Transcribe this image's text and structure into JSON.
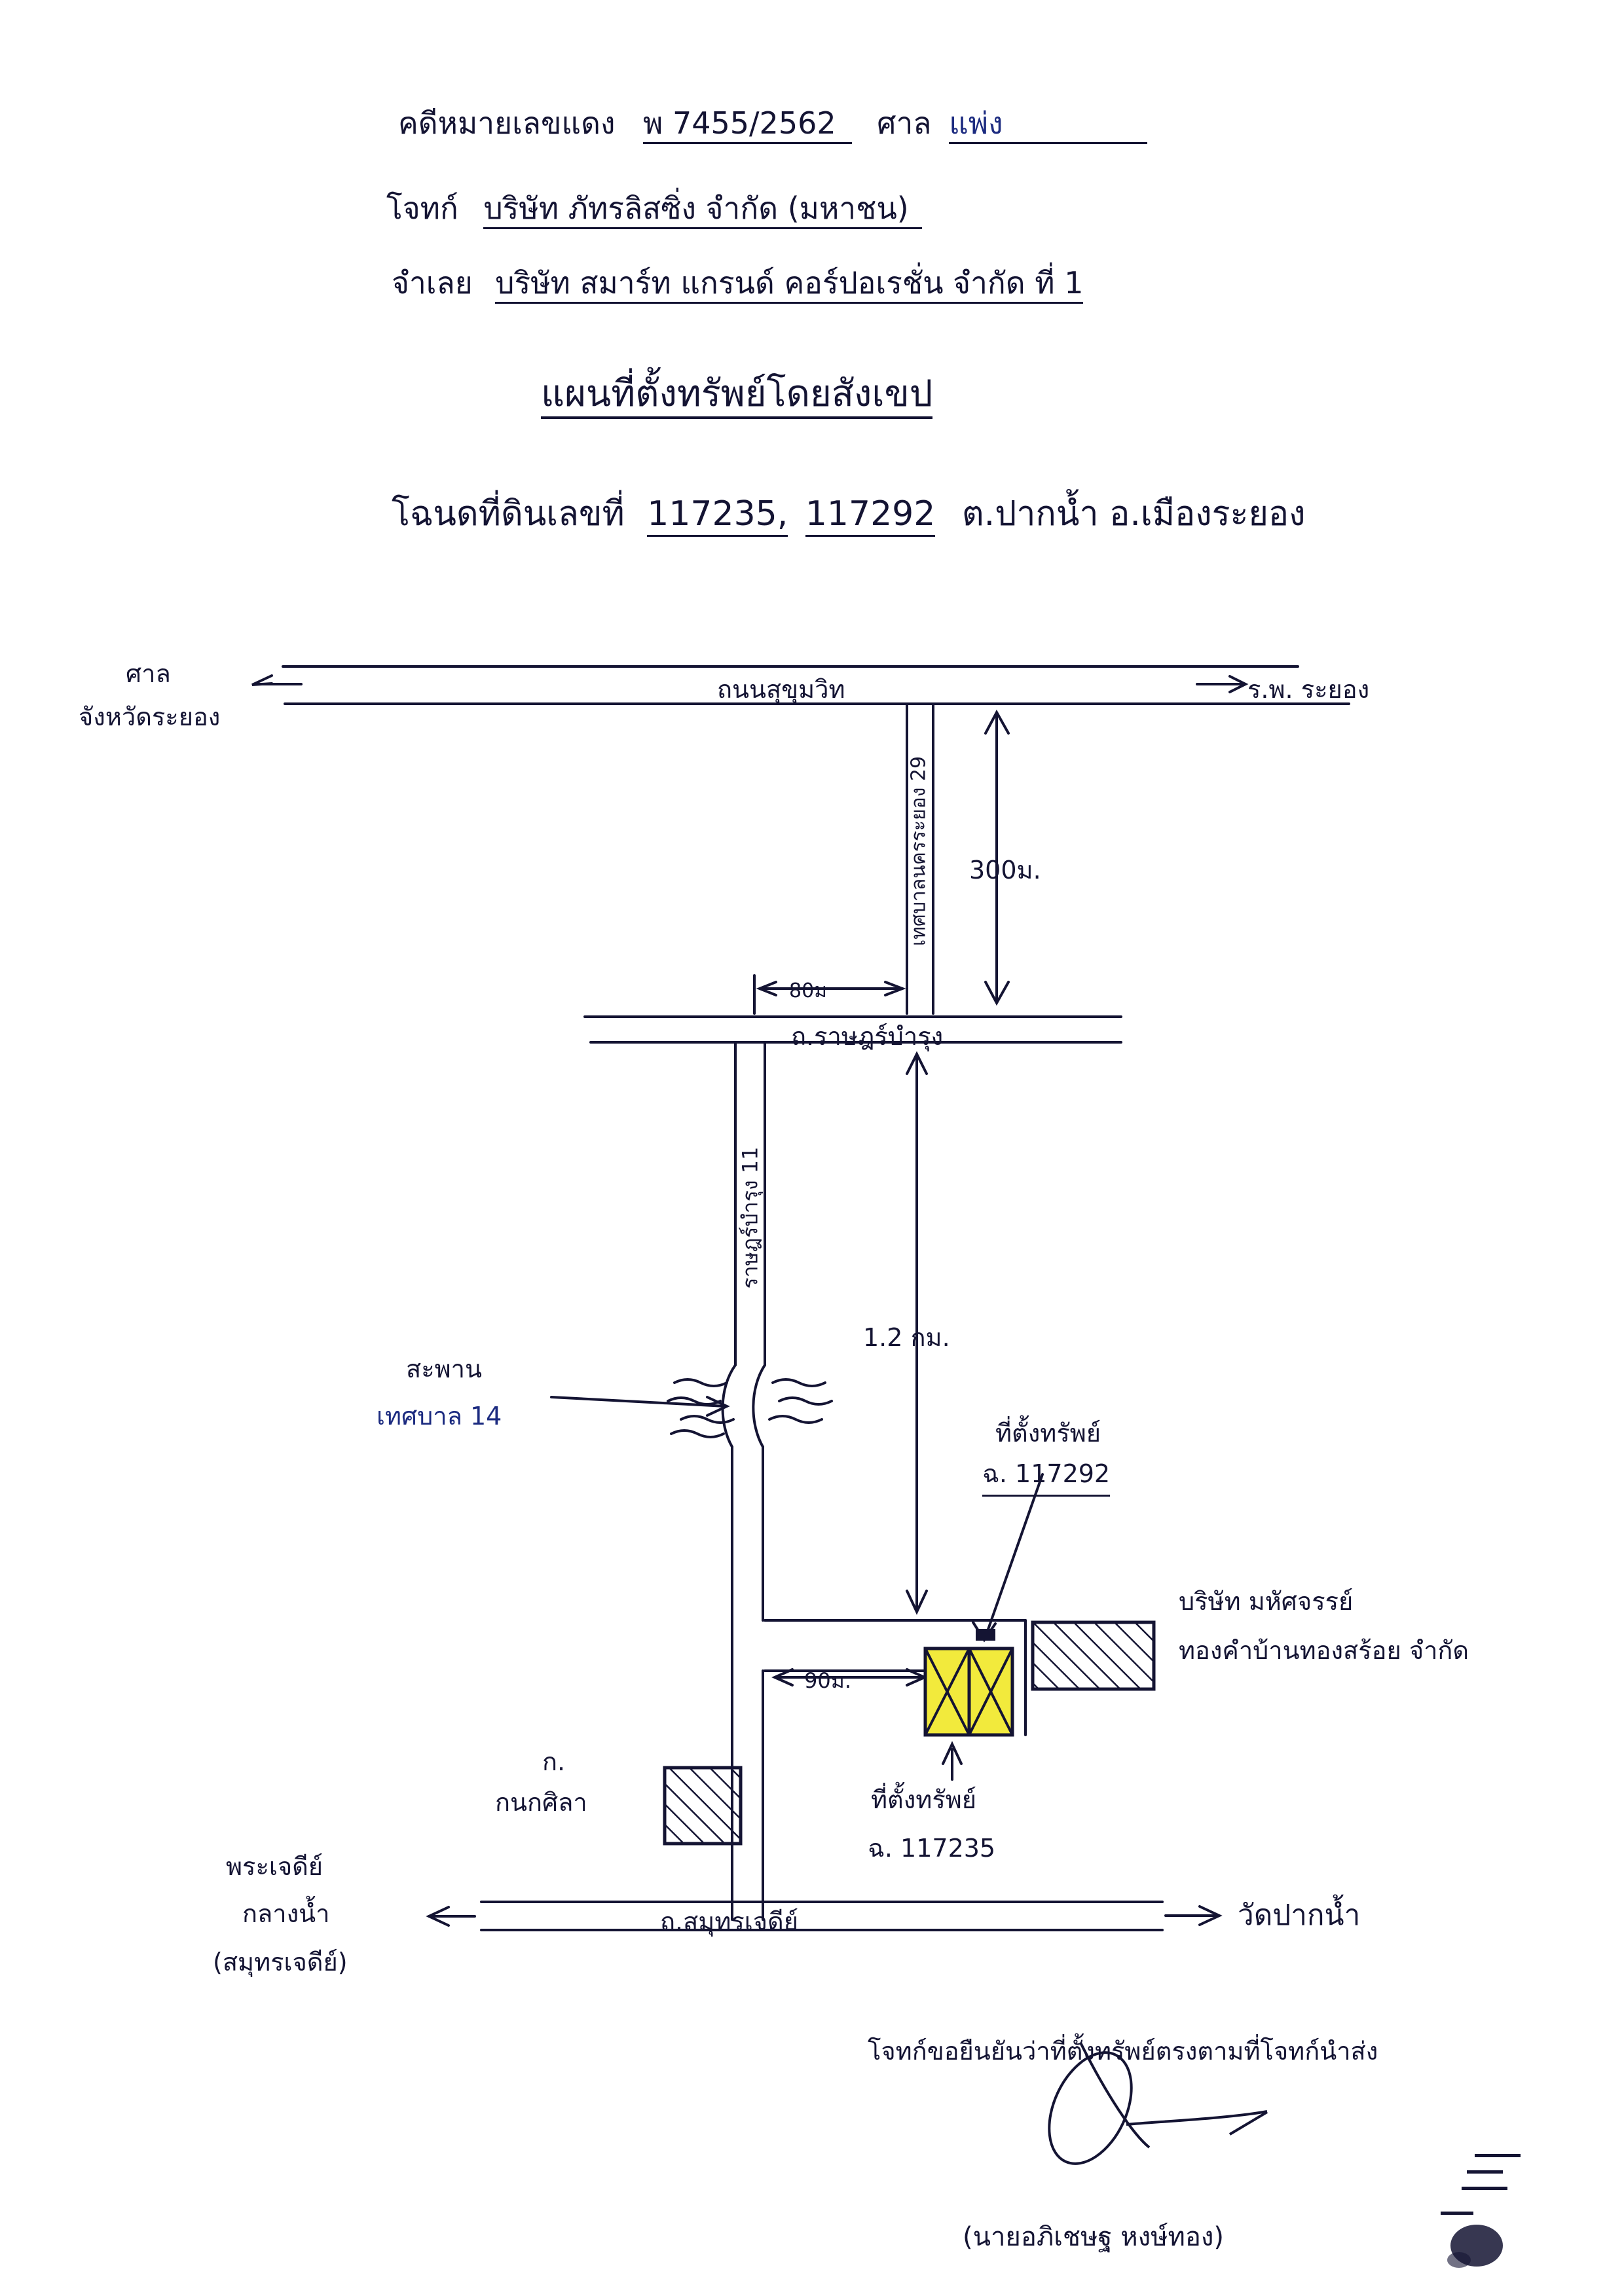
{
  "header": {
    "case_label": "คดีหมายเลขแดง",
    "case_number": "พ 7455/2562",
    "court_label": "ศาล",
    "court_name": "แพ่ง",
    "plaintiff_label": "โจทก์",
    "plaintiff_name": "บริษัท ภัทรลิสซิ่ง จำกัด (มหาชน)",
    "defendant_label": "จำเลย",
    "defendant_name": "บริษัท สมาร์ท แกรนด์ คอร์ปอเรชั่น จำกัด ที่ 1",
    "map_title": "แผนที่ตั้งทรัพย์โดยสังเขป",
    "deed_label": "โฉนดที่ดินเลขที่",
    "deed_number_1": "117235,",
    "deed_number_2": "117292",
    "deed_location": "ต.ปากน้ำ อ.เมืองระยอง"
  },
  "map": {
    "court_label_line1": "ศาล",
    "court_label_line2": "จังหวัดระยอง",
    "road_sukhumvit": "ถนนสุขุมวิท",
    "hospital_label": "ร.พ. ระยอง",
    "soi_label": "เทศบาลนครระยอง 29",
    "distance_300m": "300ม.",
    "distance_80m": "80ม",
    "road_ratchadamnoen": "ถ.ราษฎร์บำรุง",
    "road_vertical_label": "ราษฎร์บำรุง 11",
    "distance_1_2km": "1.2 กม.",
    "bridge_label_line1": "สะพาน",
    "bridge_label_line2": "เทศบาล 14",
    "property1_label_line1": "ที่ตั้งทรัพย์",
    "property1_label_line2": "ฉ. 117292",
    "company_label_line1": "บริษัท มหัศจรรย์",
    "company_label_line2": "ทองคำบ้านทองสร้อย จำกัด",
    "distance_90m": "90ม.",
    "property2_label_line1": "ที่ตั้งทรัพย์",
    "property2_label_line2": "ฉ. 117235",
    "stone_label_line1": "ก.",
    "stone_label_line2": "กนกศิลา",
    "pagoda_label_line1": "พระเจดีย์",
    "pagoda_label_line2": "กลางน้ำ",
    "pagoda_label_line3": "(สมุทรเจดีย์)",
    "road_samut": "ถ.สมุทรเจดีย์",
    "temple_label": "วัดปากน้ำ"
  },
  "footer": {
    "certify_text": "โจทก์ขอยืนยันว่าที่ตั้งทรัพย์ตรงตามที่โจทก์นำส่ง",
    "signer_name": "(นายอภิเชษฐ หงษ์ทอง)"
  },
  "colors": {
    "ink": "#141433",
    "pen_blue": "#1c2b80",
    "property_fill": "#f2ea3c"
  }
}
